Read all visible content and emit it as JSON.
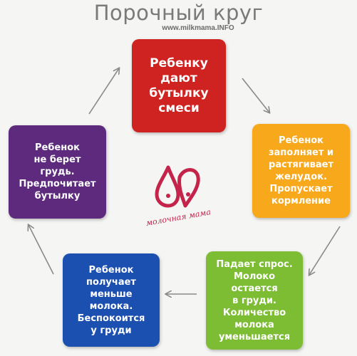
{
  "title": "Порочный круг",
  "site": "www.milkmama.INFO",
  "colors": {
    "red": "#cf2321",
    "orange": "#f7a81b",
    "green": "#7dbd34",
    "blue": "#1b4fb0",
    "purple": "#5e2a7e",
    "arrow": "#8a8a8a",
    "logo": "#c5244a"
  },
  "steps": [
    {
      "text": "Ребенку\nдают\nбутылку\nсмеси"
    },
    {
      "text": "Ребенок\nзаполняет и\nрастягивает\nжелудок.\nПропускает\nкормление"
    },
    {
      "text": "Падает спрос.\nМолоко\nостается\nв груди.\nКоличество\nмолока\nуменьшается"
    },
    {
      "text": "Ребенок\nполучает\nменьше\nмолока.\nБеспокоится\nу груди"
    },
    {
      "text": "Ребенок\nне берет\nгрудь.\nПредпочитает\nбутылку"
    }
  ],
  "logo": {
    "icon": "milk-drops-heart-logo",
    "text": "молочная мама"
  }
}
